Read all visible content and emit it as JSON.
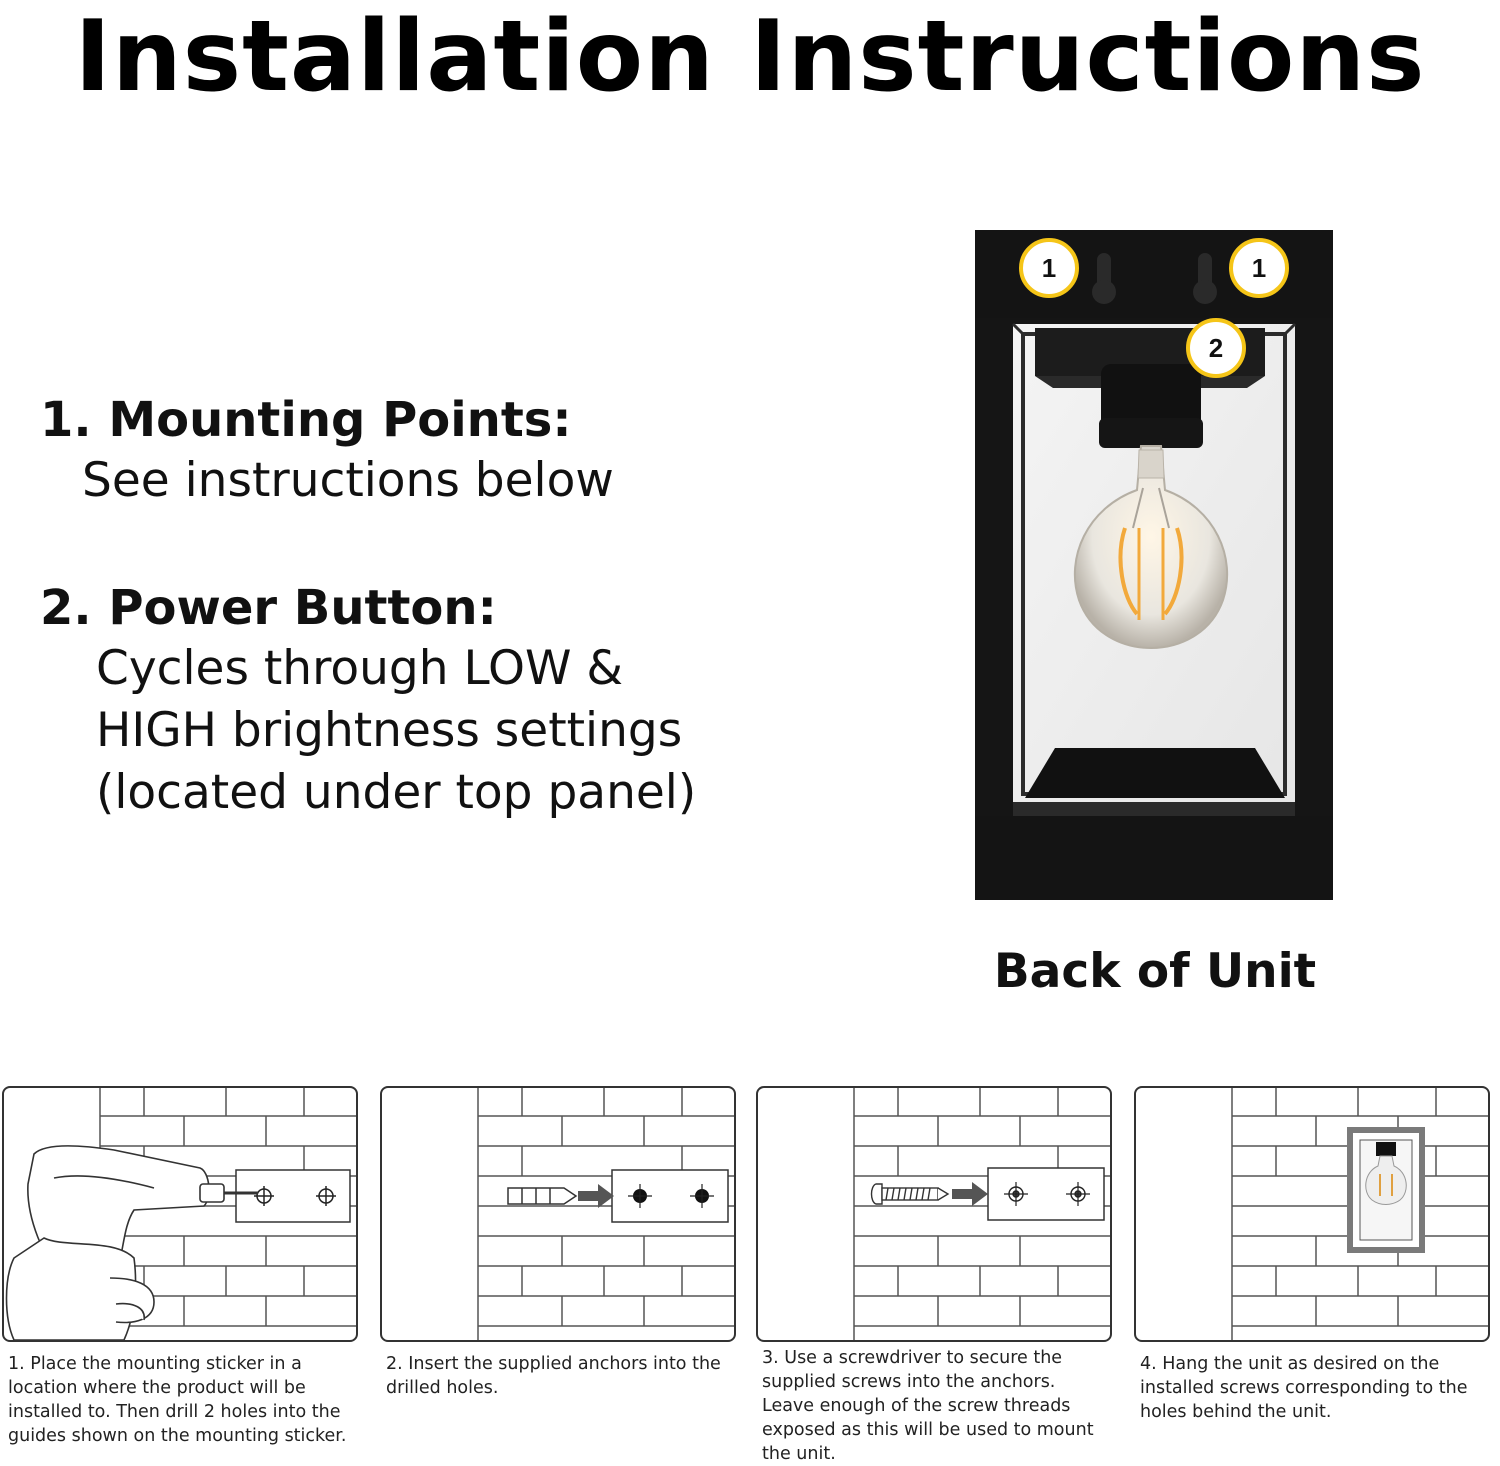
{
  "title": "Installation Instructions",
  "features": [
    {
      "heading": "1. Mounting Points:",
      "lines": [
        "See instructions below"
      ]
    },
    {
      "heading": "2. Power Button:",
      "lines": [
        "Cycles through LOW &",
        "HIGH brightness settings",
        "(located under top panel)"
      ]
    }
  ],
  "product": {
    "markers": [
      "1",
      "1",
      "2"
    ],
    "label": "Back of Unit"
  },
  "steps": [
    {
      "caption": "1. Place the mounting sticker in a location where the product will be installed to. Then drill 2 holes into the guides shown on the mounting sticker."
    },
    {
      "caption": "2. Insert the supplied anchors into the drilled holes."
    },
    {
      "caption": "3. Use a screwdriver to secure the supplied screws into the anchors. Leave enough of the screw threads exposed as this will be used to mount the unit."
    },
    {
      "caption": "4. Hang the unit  as desired on the installed screws  corresponding to the holes behind the  unit."
    }
  ],
  "colors": {
    "marker_ring": "#f5c518",
    "fixture": "#111111",
    "bulb_glow": "#f2a93b"
  }
}
